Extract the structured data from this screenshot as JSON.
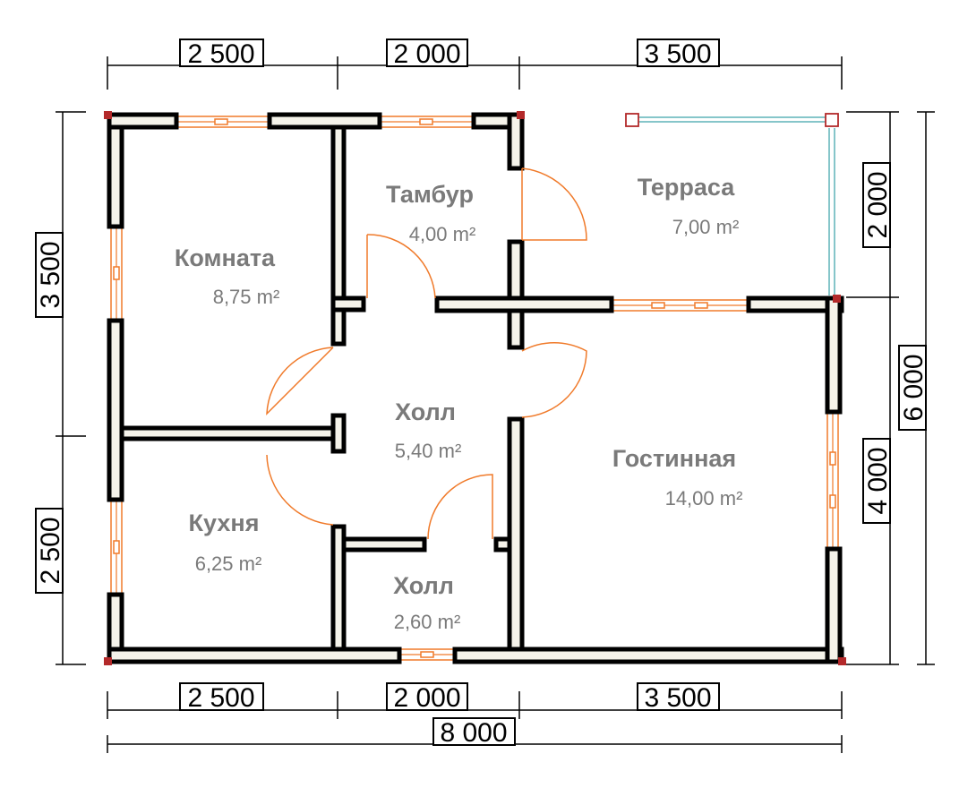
{
  "dimensions": {
    "top": [
      "2 500",
      "2 000",
      "3 500"
    ],
    "bottom": [
      "2 500",
      "2 000",
      "3 500"
    ],
    "bottom_total": "8 000",
    "left": [
      "3 500",
      "2 500"
    ],
    "right_inner": [
      "2 000",
      "4 000"
    ],
    "right_total": "6 000"
  },
  "rooms": [
    {
      "name": "Комната",
      "area": "8,75 m²"
    },
    {
      "name": "Тамбур",
      "area": "4,00 m²"
    },
    {
      "name": "Терраса",
      "area": "7,00 m²"
    },
    {
      "name": "Холл",
      "area": "5,40 m²"
    },
    {
      "name": "Гостинная",
      "area": "14,00 m²"
    },
    {
      "name": "Кухня",
      "area": "6,25 m²"
    },
    {
      "name": "Холл",
      "area": "2,60 m²"
    }
  ],
  "colors": {
    "wall_fill": "#f5f3ea",
    "window": "#f07a2a",
    "door_arc": "#f07a2a",
    "terrace_rail": "#5fb3b8",
    "post": "#b3292a",
    "room_label": "#7a7a7a"
  }
}
